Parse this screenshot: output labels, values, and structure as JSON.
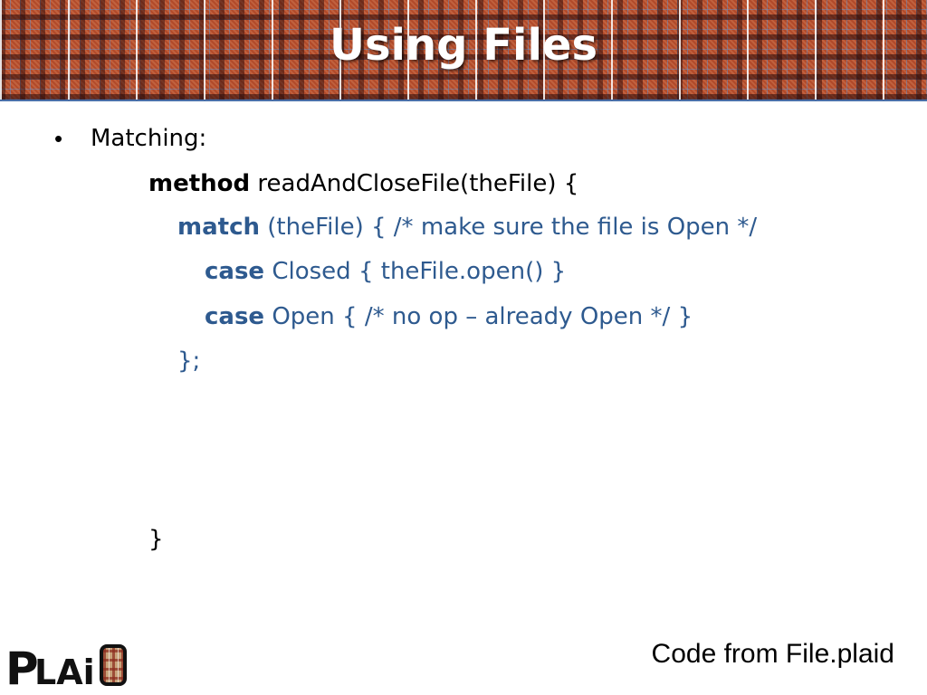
{
  "slide": {
    "title": "Using Files",
    "bullet": "Matching:",
    "code": {
      "l1_kw": "method",
      "l1_rest": " readAndCloseFile(theFile) {",
      "l2_kw": "match",
      "l2_rest": " (theFile) { /* make sure the file is Open */",
      "l3_kw": "case",
      "l3_rest": " Closed { theFile.open() }",
      "l4_kw": "case",
      "l4_rest": " Open { /* no op – already Open */ }",
      "l5": "};",
      "l6": "}"
    },
    "footer": "Code from File.plaid",
    "logo_text": "PLAID"
  },
  "colors": {
    "code_blue": "#2e5a8f",
    "banner_red": "#b24a2a",
    "banner_border": "#4a6fa8"
  }
}
